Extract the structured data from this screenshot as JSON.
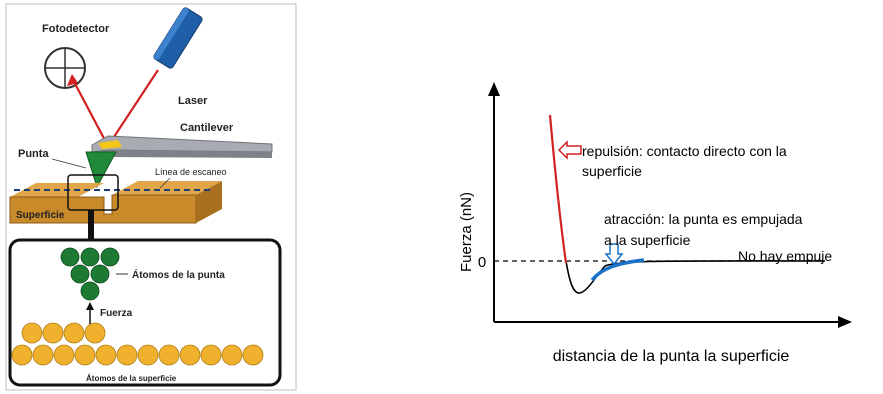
{
  "afm_diagram": {
    "photodetector_label": "Fotodetector",
    "laser_label": "Laser",
    "cantilever_label": "Cantilever",
    "tip_label": "Punta",
    "scan_line_label": "Línea de escaneo",
    "surface_label": "Superficie",
    "tip_atoms_label": "Átomos de la punta",
    "force_label": "Fuerza",
    "surface_atoms_label": "Átomos de la superficie",
    "colors": {
      "laser_beam": "#d32020",
      "laser_body": "#1f5fa8",
      "tip": "#1e8a3a",
      "atoms_tip": "#1d7a33",
      "atoms_surface": "#f0b22e",
      "surface": "#c98a2a",
      "cantilever": "#a8acb2"
    }
  },
  "force_curve": {
    "y_axis_label": "Fuerza (nN)",
    "x_axis_label": "distancia de la punta la superficie",
    "zero_label": "0",
    "repulsion_text_line1": "repulsión: contacto directo con la",
    "repulsion_text_line2": "superficie",
    "attraction_text_line1": "atracción: la punta es empujada",
    "attraction_text_line2": "a la superficie",
    "no_push_label": "No hay empuje",
    "colors": {
      "repulsion": "#d12222",
      "attraction": "#1a73c9",
      "curve": "#000000"
    }
  }
}
